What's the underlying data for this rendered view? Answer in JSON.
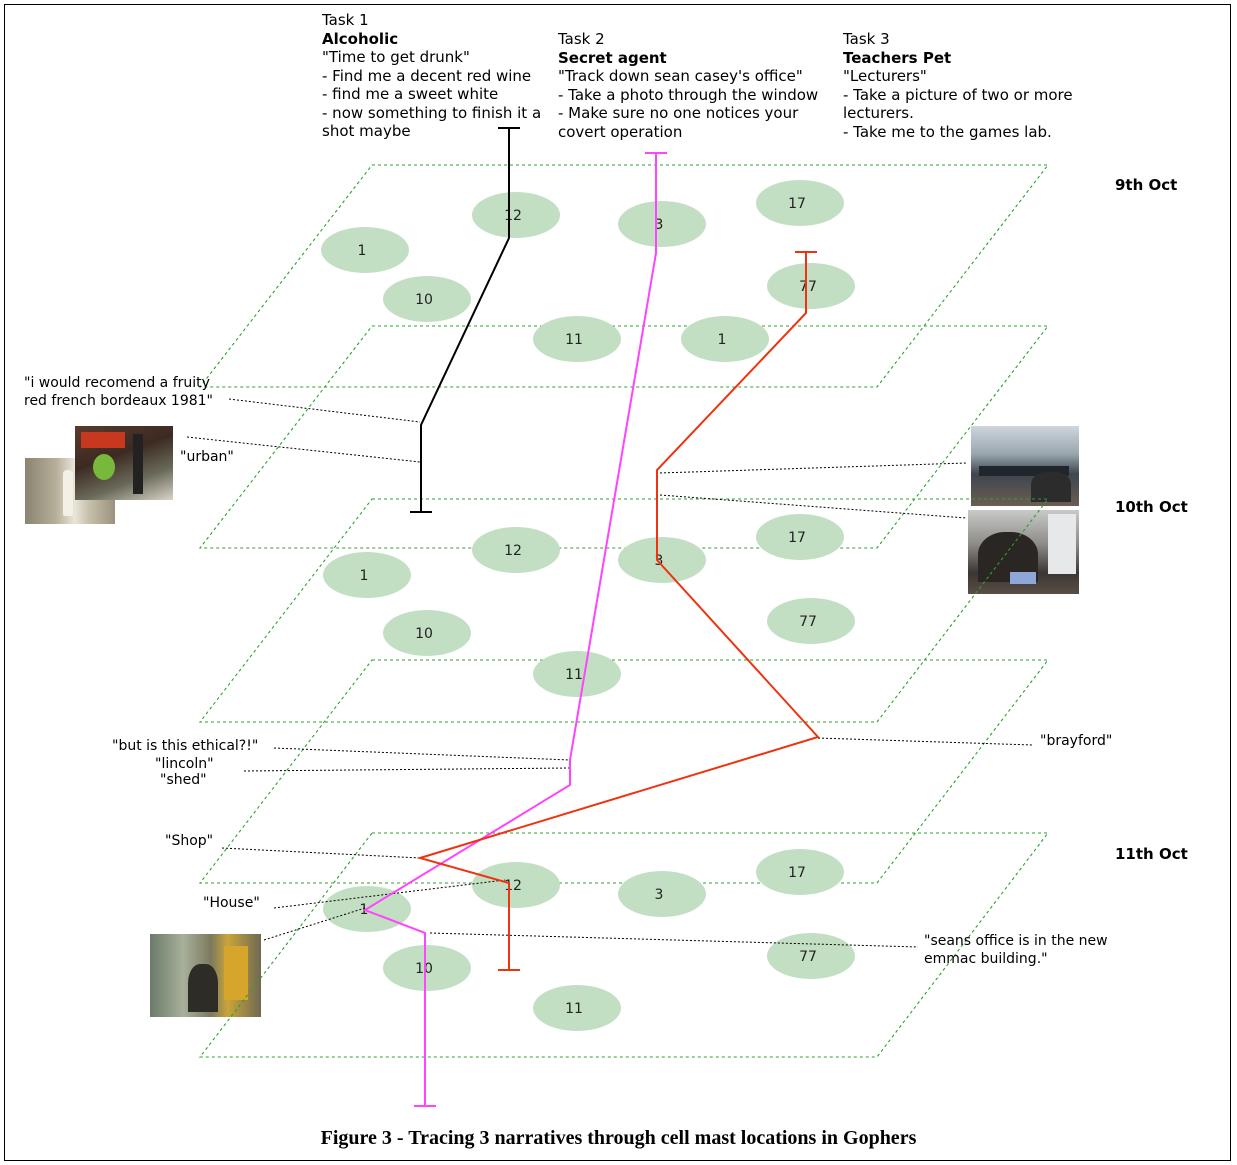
{
  "tasks": [
    {
      "label": "Task 1",
      "name": "Alcoholic",
      "lines": [
        "\"Time to get drunk\"",
        "- Find me a decent red wine",
        "- find me a sweet white",
        "- now something to finish it a",
        "shot maybe"
      ]
    },
    {
      "label": "Task 2",
      "name": "Secret agent",
      "lines": [
        "\"Track down sean casey's office\"",
        "- Take a photo through the window",
        "- Make sure no one notices your",
        "covert operation"
      ]
    },
    {
      "label": "Task 3",
      "name": "Teachers Pet",
      "lines": [
        "\"Lecturers\"",
        "- Take a picture of two or more",
        "lecturers.",
        "- Take me to the games lab."
      ]
    }
  ],
  "dates": [
    "9th Oct",
    "10th Oct",
    "11th Oct"
  ],
  "layers": [
    {
      "date": "9th Oct",
      "masts": [
        "12",
        "3",
        "17",
        "1",
        "77",
        "10",
        "11",
        "1"
      ]
    },
    {
      "date": "10th Oct",
      "masts": [
        "12",
        "3",
        "17",
        "1",
        "10",
        "77",
        "11"
      ]
    },
    {
      "date": "11th Oct",
      "masts": [
        "12",
        "3",
        "17",
        "1",
        "10",
        "77",
        "11"
      ]
    }
  ],
  "annotations": {
    "fruity": [
      "\"i would recomend a fruity",
      "red french bordeaux 1981\""
    ],
    "urban": "\"urban\"",
    "ethical": "\"but is this ethical?!\"",
    "lincoln": "\"lincoln\"",
    "shed": "\"shed\"",
    "shop": "\"Shop\"",
    "house": "\"House\"",
    "brayford": "\"brayford\"",
    "seans": [
      "\"seans office is in the new",
      "emmac building.\""
    ]
  },
  "colors": {
    "plane": "#2ea02e",
    "mast": "#c3dfc3",
    "task1_path": "#000000",
    "task2_path": "#ff44ff",
    "task3_path": "#ee3311"
  },
  "caption": "Figure 3 - Tracing 3 narratives through cell mast locations in Gophers"
}
